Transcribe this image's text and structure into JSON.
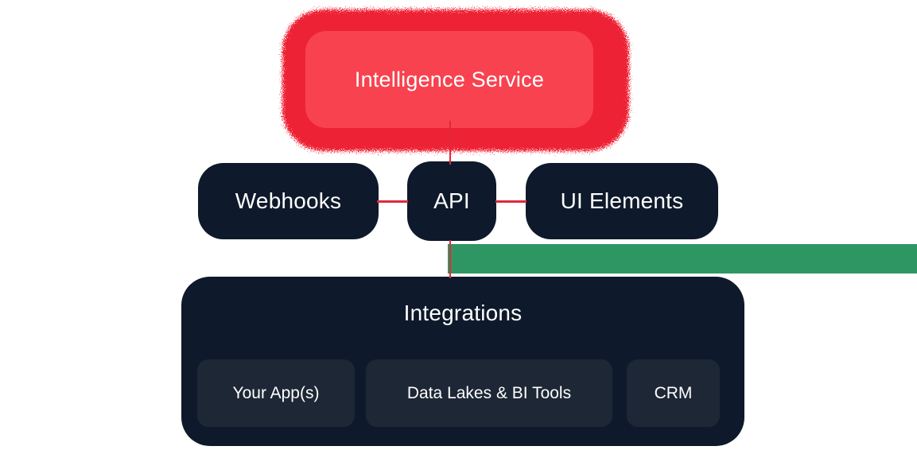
{
  "colors": {
    "red_glow": "#ee2334",
    "red_node": "#f8424f",
    "dark_node": "#0e1a2b",
    "dark_child_node": "#1d2735",
    "green_band": "#2e9663",
    "connector_red": "#e0293a",
    "text_light": "#ffffff"
  },
  "nodes": {
    "intelligence_service": {
      "label": "Intelligence Service"
    },
    "webhooks": {
      "label": "Webhooks"
    },
    "api": {
      "label": "API"
    },
    "ui_elements": {
      "label": "UI Elements"
    },
    "integrations": {
      "title": "Integrations",
      "children": [
        {
          "label": "Your App(s)"
        },
        {
          "label": "Data Lakes & BI Tools"
        },
        {
          "label": "CRM"
        }
      ]
    }
  }
}
